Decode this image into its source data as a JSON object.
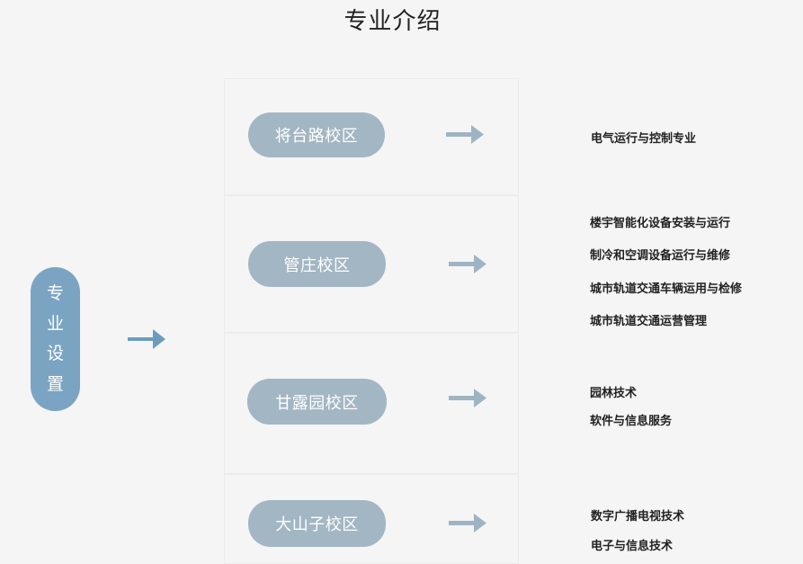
{
  "title": "专业介绍",
  "root": {
    "chars": [
      "专",
      "业",
      "设",
      "置"
    ]
  },
  "campuses": [
    {
      "name": "将台路校区",
      "majors": [
        "电气运行与控制专业"
      ]
    },
    {
      "name": "管庄校区",
      "majors": [
        "楼宇智能化设备安装与运行",
        "制冷和空调设备运行与维修",
        "城市轨道交通车辆运用与检修",
        "城市轨道交通运营管理"
      ]
    },
    {
      "name": "甘露园校区",
      "majors": [
        "园林技术",
        "软件与信息服务"
      ]
    },
    {
      "name": "大山子校区",
      "majors": [
        "数字广播电视技术",
        "电子与信息技术"
      ]
    }
  ],
  "colors": {
    "root_pill": "#7ba4c3",
    "campus_pill": "#a3b6c4",
    "root_arrow": "#6e9bbd",
    "campus_arrow": "#9fb4c3"
  }
}
